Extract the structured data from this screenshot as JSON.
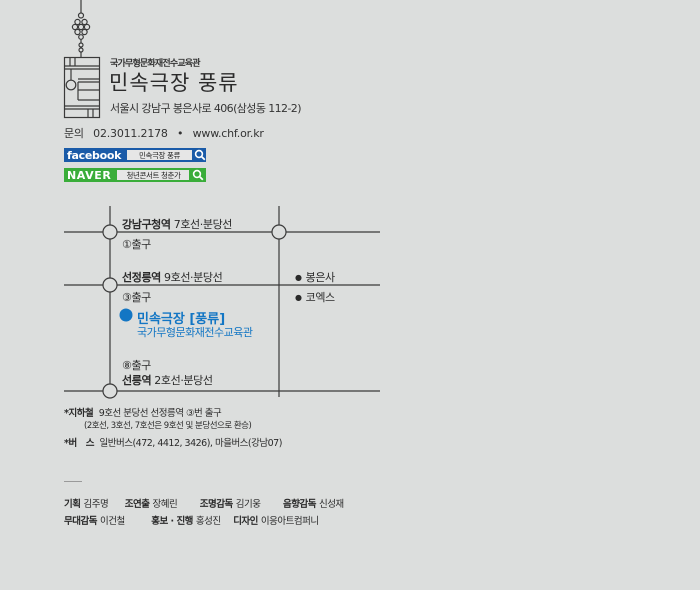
{
  "header": {
    "org_small": "국가무형문화재전수교육관",
    "title": "민속극장 풍류",
    "address": "서울시 강남구 봉은사로 406(삼성동 112-2)"
  },
  "contact": {
    "label": "문의",
    "phone": "02.3011.2178",
    "separator": "•",
    "website": "www.chf.or.kr"
  },
  "sns": [
    {
      "brand": "facebook",
      "query": "민속극장 풍류",
      "icon": "search-icon",
      "color": "#1a5ba8"
    },
    {
      "brand": "NAVER",
      "query": "청년콘서트 청춘가",
      "icon": "search-icon",
      "color": "#3aad3a"
    }
  ],
  "map": {
    "stations": [
      {
        "name": "강남구청역",
        "lines": "7호선·분당선",
        "exit": "①출구"
      },
      {
        "name": "선정릉역",
        "lines": "9호선·분당선",
        "exit": "③출구"
      },
      {
        "name": "선릉역",
        "lines": "2호선·분당선",
        "exit": "⑧출구"
      }
    ],
    "landmarks": [
      {
        "bullet": "●",
        "name": "봉은사"
      },
      {
        "bullet": "●",
        "name": "코엑스"
      }
    ],
    "venue": {
      "name": "민속극장 [풍류]",
      "subtitle": "국가무형문화재전수교육관",
      "color": "#1376c4"
    }
  },
  "directions": {
    "subway_label": "*지하철",
    "subway_text": "9호선 분당선 선정릉역 ③번 출구",
    "subway_note": "(2호선, 3호선, 7호선은 9호선 및 분당선으로 환승)",
    "bus_label": "*버　스",
    "bus_text": "일반버스(472, 4412, 3426), 마을버스(강남07)"
  },
  "credits": {
    "row1": [
      {
        "role": "기획",
        "name": "김주명"
      },
      {
        "role": "조연출",
        "name": "장혜린"
      },
      {
        "role": "조명감독",
        "name": "김기웅"
      },
      {
        "role": "음향감독",
        "name": "신성재"
      }
    ],
    "row2": [
      {
        "role": "무대감독",
        "name": "이건철"
      },
      {
        "role": "홍보 · 진행",
        "name": "홍성진"
      },
      {
        "role": "디자인",
        "name": "이응아트컴퍼니"
      }
    ]
  },
  "colors": {
    "background": "#dcdedd",
    "facebook": "#1a5ba8",
    "naver": "#3aad3a",
    "venue_blue": "#1376c4"
  }
}
